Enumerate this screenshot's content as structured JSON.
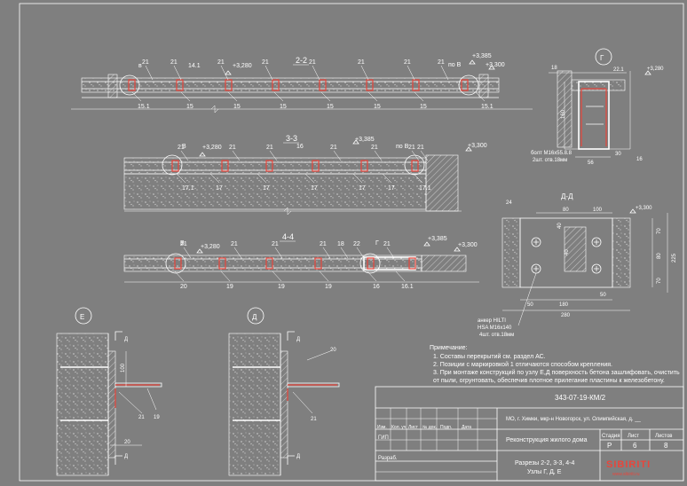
{
  "sections": {
    "s22": {
      "title": "2-2",
      "markB": "в",
      "markB2": "по В",
      "lev1": "+3,280",
      "lev2": "+3,385",
      "lev3": "+3,300",
      "top": [
        "21",
        "21",
        "21",
        "21",
        "21",
        "21",
        "21",
        "21"
      ],
      "mark141": "14.1",
      "bottom": [
        "15.1",
        "15",
        "15",
        "15",
        "15",
        "15",
        "15",
        "15.1"
      ]
    },
    "s33": {
      "title": "3-3",
      "markB": "В",
      "markB2": "по В",
      "lev1": "+3,280",
      "lev2": "+3,385",
      "lev3": "+3,300",
      "top": [
        "21",
        "21",
        "21",
        "21",
        "21",
        "21",
        "21"
      ],
      "mark16": "16",
      "bottom": [
        "17.1",
        "17",
        "17",
        "17",
        "17",
        "17",
        "17.1"
      ]
    },
    "s44": {
      "title": "4-4",
      "markB": "В",
      "markG": "Г",
      "lev1": "+3,280",
      "lev2": "+3,385",
      "lev3": "+3,300",
      "top": [
        "21",
        "21",
        "21",
        "21",
        "18",
        "22",
        "21"
      ],
      "bottom": [
        "20",
        "19",
        "19",
        "19",
        "16",
        "16.1"
      ]
    }
  },
  "nodeG": {
    "label": "Г",
    "n18": "18",
    "n221": "22.1",
    "lev": "+3,280",
    "d160": "160",
    "bolt": "болт М16х55.8.8",
    "boltQty": "2шт. отв.18мм",
    "d56": "56",
    "d30": "30",
    "n16": "16"
  },
  "nodeDD": {
    "title": "Д-Д",
    "n24": "24",
    "lev": "+3,300",
    "d80": "80",
    "d100": "100",
    "d40": "40",
    "d70a": "70",
    "d80v": "80",
    "d70b": "70",
    "d225": "225",
    "d180": "180",
    "d50a": "50",
    "d50b": "50",
    "d280": "280",
    "d40b": "40",
    "anchor1": "анкер HILTI",
    "anchor2": "HSA M16x140",
    "anchor3": "4шт. отв.18мм"
  },
  "nodeE": {
    "label": "Е",
    "cut": "Д",
    "d100": "100",
    "n21": "21",
    "n19": "19",
    "d20": "20"
  },
  "nodeD": {
    "label": "Д",
    "cut": "Д",
    "n20": "20",
    "n21": "21"
  },
  "notes": {
    "title": "Примечание:",
    "items": [
      "1.   Составы перекрытий см. раздел АС.",
      "2.   Позиции с маркировкой 1 отличаются способом крепления.",
      "3.   При монтаже конструкций по узлу Е,Д поверхность бетона зашлифовать, очистить",
      "       от пыли, огрунтовать, обеспечив плотное прилегание пластины к железобетону."
    ]
  },
  "stamp": {
    "code": "343-07-19-КМ/2",
    "address": "МО, г. Химки, мкр-н Новогорск, ул. Олимпийская, д. __",
    "cols": [
      "Изм.",
      "Кол. уч",
      "Лист",
      "№ док.",
      "Подп.",
      "Дата"
    ],
    "gip": "ГИП",
    "razrab": "Разраб.",
    "project": "Реконструкция жилого дома",
    "stageH": "Стадия",
    "sheetH": "Лист",
    "sheetsH": "Листов",
    "stage": "Р",
    "sheet": "6",
    "sheets": "8",
    "drawing1": "Разрезы 2-2, 3-3, 4-4",
    "drawing2": "Узлы Г, Д, Е",
    "logo": "SIBIRITI",
    "logoSub": "www.sibiriti.ru"
  }
}
